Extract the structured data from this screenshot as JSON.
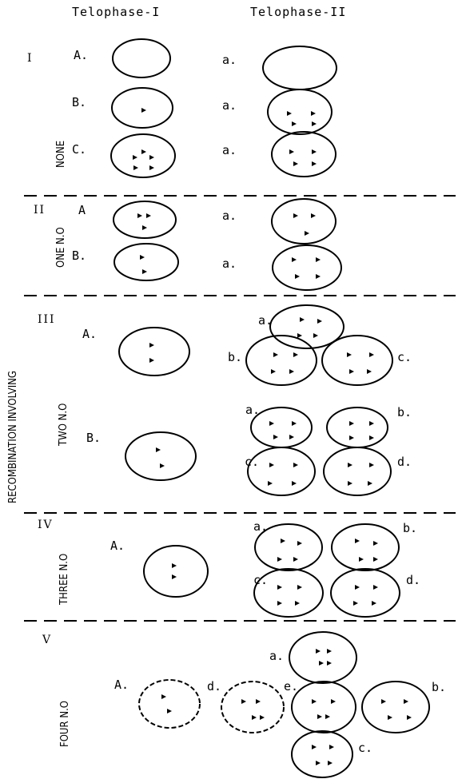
{
  "headers": {
    "telophase1": "Telophase-I",
    "telophase2": "Telophase-II"
  },
  "side_title": "RECOMBINATION INVOLVING",
  "groups": [
    {
      "numeral": "I",
      "label": "NONE"
    },
    {
      "numeral": "II",
      "label": "ONE N.O"
    },
    {
      "numeral": "III",
      "label": "TWO N.O"
    },
    {
      "numeral": "IV",
      "label": "THREE N.O"
    },
    {
      "numeral": "V",
      "label": "FOUR N.O"
    }
  ],
  "letters": {
    "A": "A.",
    "A_plain": "A",
    "B": "B.",
    "C": "C.",
    "E": "E.",
    "a": "a.",
    "b": "b.",
    "c": "c.",
    "d": "d.",
    "e": "e."
  }
}
